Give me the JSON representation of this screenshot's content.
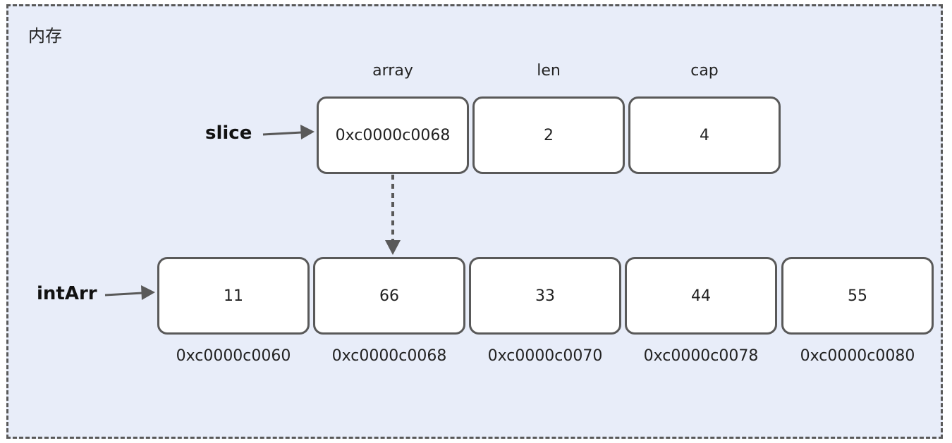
{
  "region": {
    "label": "内存"
  },
  "slice": {
    "label": "slice",
    "headers": [
      "array",
      "len",
      "cap"
    ],
    "cells": [
      "0xc0000c0068",
      "2",
      "4"
    ]
  },
  "intArr": {
    "label": "intArr",
    "values": [
      "11",
      "66",
      "33",
      "44",
      "55"
    ],
    "addresses": [
      "0xc0000c0060",
      "0xc0000c0068",
      "0xc0000c0070",
      "0xc0000c0078",
      "0xc0000c0080"
    ]
  },
  "colors": {
    "background": "#e8edf9",
    "border": "#595959",
    "cell_fill": "#ffffff",
    "arrow": "#595959"
  }
}
